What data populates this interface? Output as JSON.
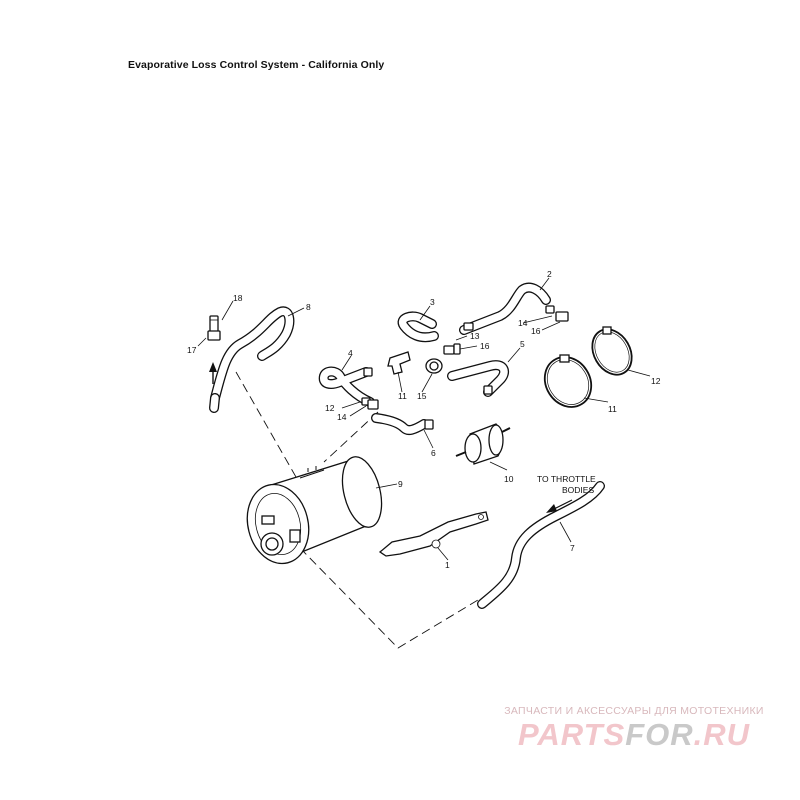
{
  "title": "Evaporative Loss Control System - California Only",
  "callouts": [
    "1",
    "2",
    "3",
    "4",
    "5",
    "6",
    "7",
    "8",
    "9",
    "10",
    "11",
    "12",
    "13",
    "14",
    "14",
    "15",
    "16",
    "16",
    "17",
    "18"
  ],
  "annotation": {
    "line1": "TO THROTTLE",
    "line2": "BODIES"
  },
  "watermark": {
    "tagline": "ЗАПЧАСТИ И АКСЕССУАРЫ ДЛЯ МОТОТЕХНИКИ",
    "logo_a": "PARTS",
    "logo_b": "FOR",
    "logo_c": ".RU"
  }
}
